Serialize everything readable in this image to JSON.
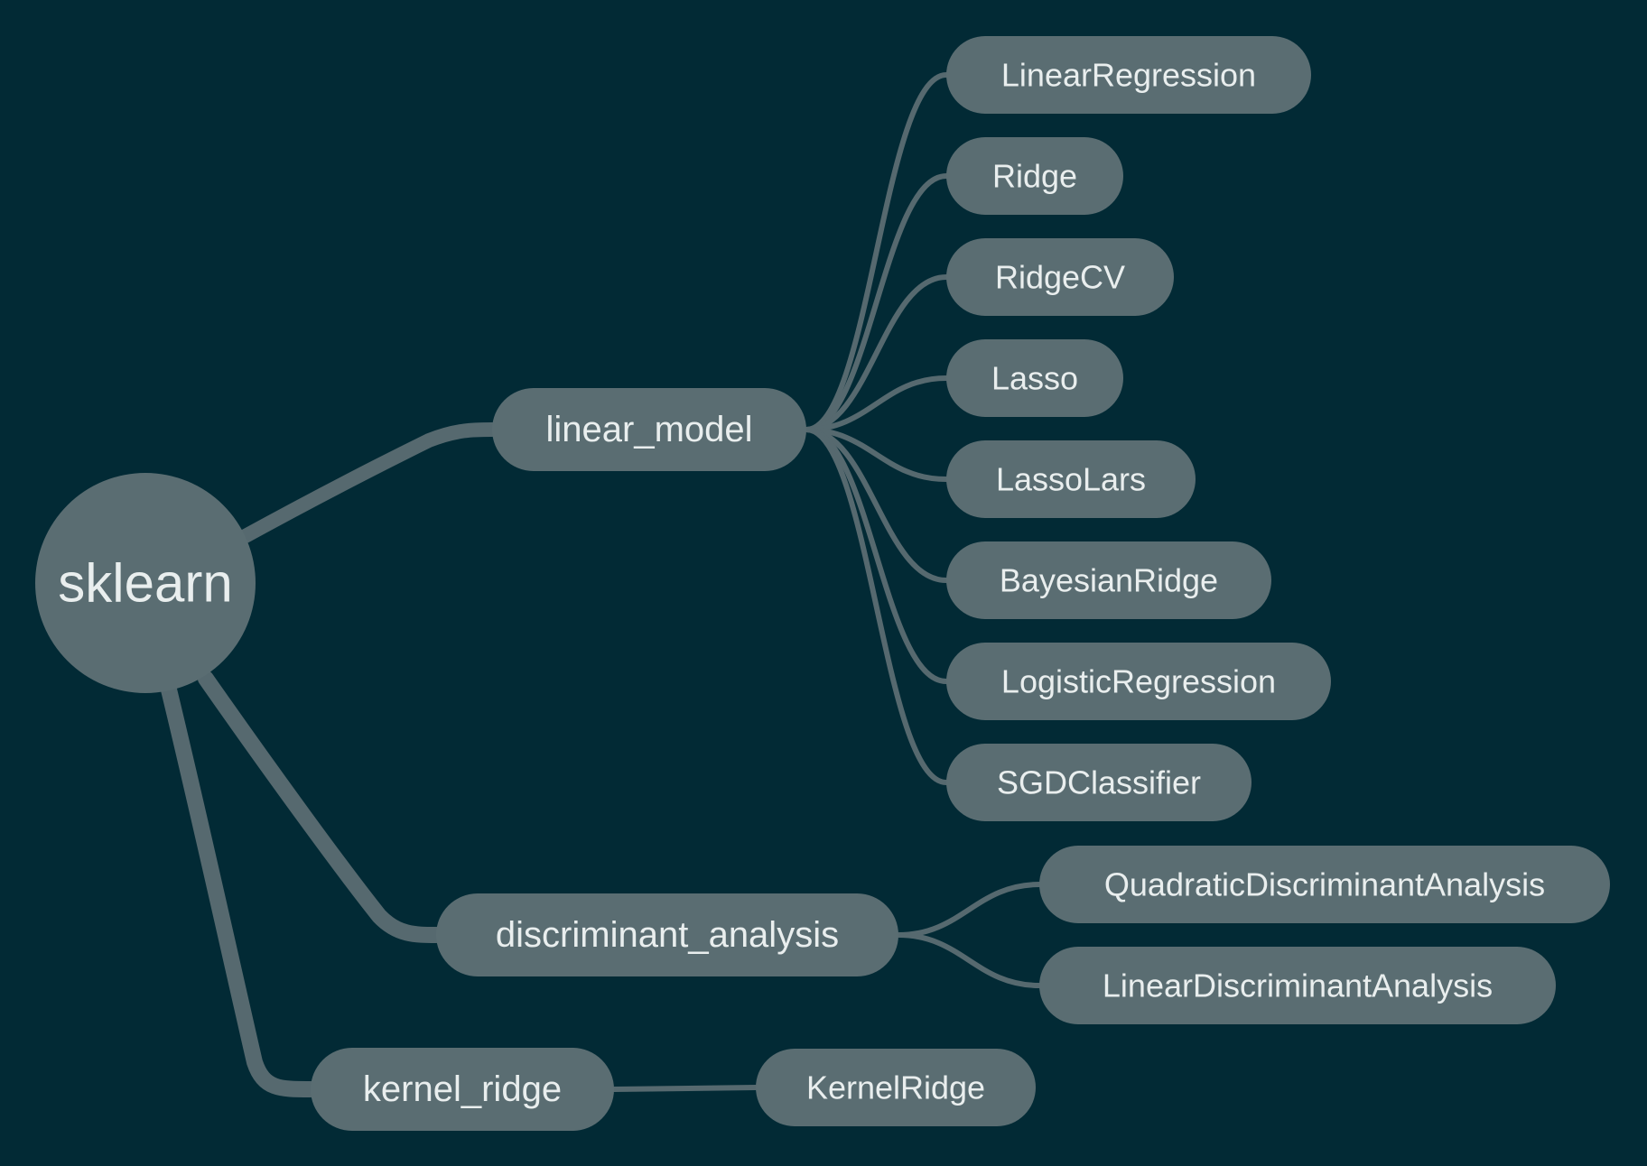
{
  "colors": {
    "background": "#022a35",
    "node_fill": "#5a6d72",
    "edge": "#56696f",
    "text": "#e9eeee"
  },
  "root": {
    "label": "sklearn",
    "children": [
      {
        "label": "linear_model",
        "children": [
          "LinearRegression",
          "Ridge",
          "RidgeCV",
          "Lasso",
          "LassoLars",
          "BayesianRidge",
          "LogisticRegression",
          "SGDClassifier"
        ]
      },
      {
        "label": "discriminant_analysis",
        "children": [
          "QuadraticDiscriminantAnalysis",
          "LinearDiscriminantAnalysis"
        ]
      },
      {
        "label": "kernel_ridge",
        "children": [
          "KernelRidge"
        ]
      }
    ]
  }
}
